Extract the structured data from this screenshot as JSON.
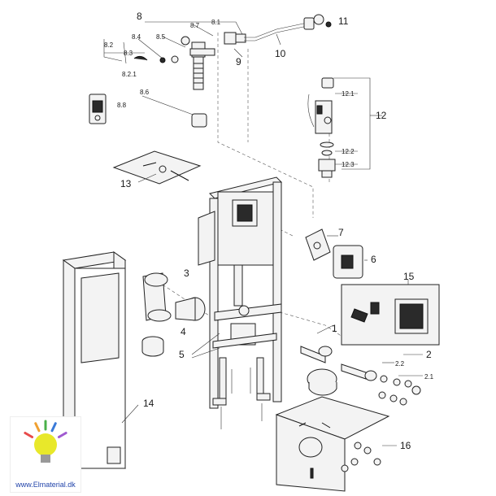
{
  "parts": {
    "p1": "1",
    "p2": "2",
    "p2_1": "2.1",
    "p2_2": "2.2",
    "p3": "3",
    "p4": "4",
    "p5": "5",
    "p6": "6",
    "p7": "7",
    "p8": "8",
    "p8_1": "8.1",
    "p8_2": "8.2",
    "p8_2_1": "8.2.1",
    "p8_3": "8.3",
    "p8_4": "8.4",
    "p8_5": "8.5",
    "p8_6": "8.6",
    "p8_7": "8.7",
    "p8_8": "8.8",
    "p9": "9",
    "p10": "10",
    "p11": "11",
    "p12": "12",
    "p12_1": "12.1",
    "p12_2": "12.2",
    "p12_3": "12.3",
    "p13": "13",
    "p14": "14",
    "p15": "15",
    "p16": "16"
  },
  "logo": {
    "text": "www.Elmaterial.dk",
    "colors": {
      "bulb": "#e8e82a",
      "rays": [
        "#e84a4a",
        "#f0a030",
        "#4ab04a",
        "#3a7ad8",
        "#a05ad0"
      ]
    }
  }
}
